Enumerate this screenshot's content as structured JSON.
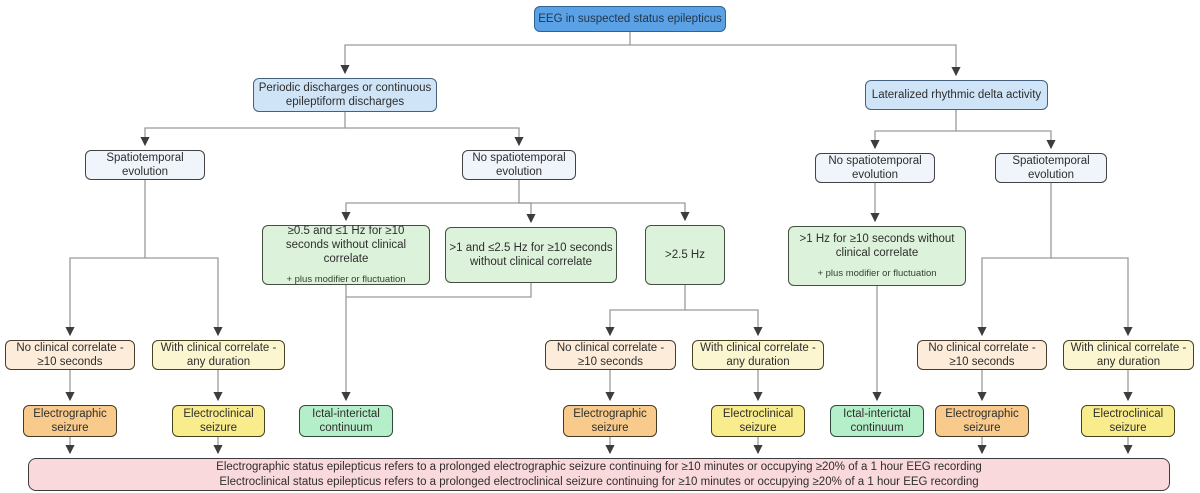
{
  "diagram": {
    "type": "flowchart",
    "colors": {
      "root_fill": "#5ba1e6",
      "branch_fill": "#cfe4f7",
      "evolution_fill": "#eff5fb",
      "criteria_fill": "#dcf2da",
      "no_correlate_fill": "#fcecd9",
      "with_correlate_fill": "#fbf6cf",
      "electrographic_fill": "#f8cb8d",
      "electroclinical_fill": "#f9ec8c",
      "continuum_fill": "#b4efc9",
      "footer_fill": "#f9d9db",
      "line_color": "#9a9a9a",
      "arrow_color": "#3d3d3d"
    },
    "nodes": {
      "root": {
        "label": "EEG in suspected status epilepticus"
      },
      "periodic_discharges": {
        "label": "Periodic discharges or continuous epileptiform discharges"
      },
      "lrda": {
        "label": "Lateralized rhythmic delta activity"
      },
      "spatio_left": {
        "label": "Spatiotemporal evolution"
      },
      "no_spatio_mid": {
        "label": "No spatiotemporal evolution"
      },
      "no_spatio_right": {
        "label": "No spatiotemporal evolution"
      },
      "spatio_right": {
        "label": "Spatiotemporal evolution"
      },
      "rate_low": {
        "label": "≥0.5 and ≤1 Hz for ≥10 seconds without clinical correlate",
        "note": "+ plus modifier or fluctuation"
      },
      "rate_mid": {
        "label": ">1 and ≤2.5 Hz for ≥10 seconds without clinical correlate"
      },
      "rate_high": {
        "label": ">2.5 Hz"
      },
      "rate_right": {
        "label": ">1 Hz for ≥10 seconds without clinical correlate",
        "note": "+ plus modifier or fluctuation"
      },
      "no_correlate_left": {
        "label": "No clinical correlate - ≥10 seconds"
      },
      "with_correlate_left": {
        "label": "With clinical correlate - any duration"
      },
      "no_correlate_mid": {
        "label": "No clinical correlate - ≥10 seconds"
      },
      "with_correlate_mid": {
        "label": "With clinical correlate - any duration"
      },
      "no_correlate_right": {
        "label": "No clinical correlate - ≥10 seconds"
      },
      "with_correlate_right": {
        "label": "With clinical correlate - any duration"
      },
      "electrographic_left": {
        "label": "Electrographic seizure"
      },
      "electroclinical_left": {
        "label": "Electroclinical seizure"
      },
      "continuum_left": {
        "label": "Ictal-interictal continuum"
      },
      "electrographic_mid": {
        "label": "Electrographic seizure"
      },
      "electroclinical_mid": {
        "label": "Electroclinical seizure"
      },
      "continuum_right": {
        "label": "Ictal-interictal continuum"
      },
      "electrographic_right": {
        "label": "Electrographic seizure"
      },
      "electroclinical_right": {
        "label": "Electroclinical seizure"
      },
      "footer": {
        "line1": "Electrographic status epilepticus refers to a prolonged electrographic seizure continuing for ≥10 minutes or occupying ≥20% of a 1 hour EEG recording",
        "line2": "Electroclinical status epilepticus refers to a prolonged electroclinical seizure continuing for ≥10 minutes or occupying ≥20% of a 1 hour EEG recording"
      }
    }
  }
}
